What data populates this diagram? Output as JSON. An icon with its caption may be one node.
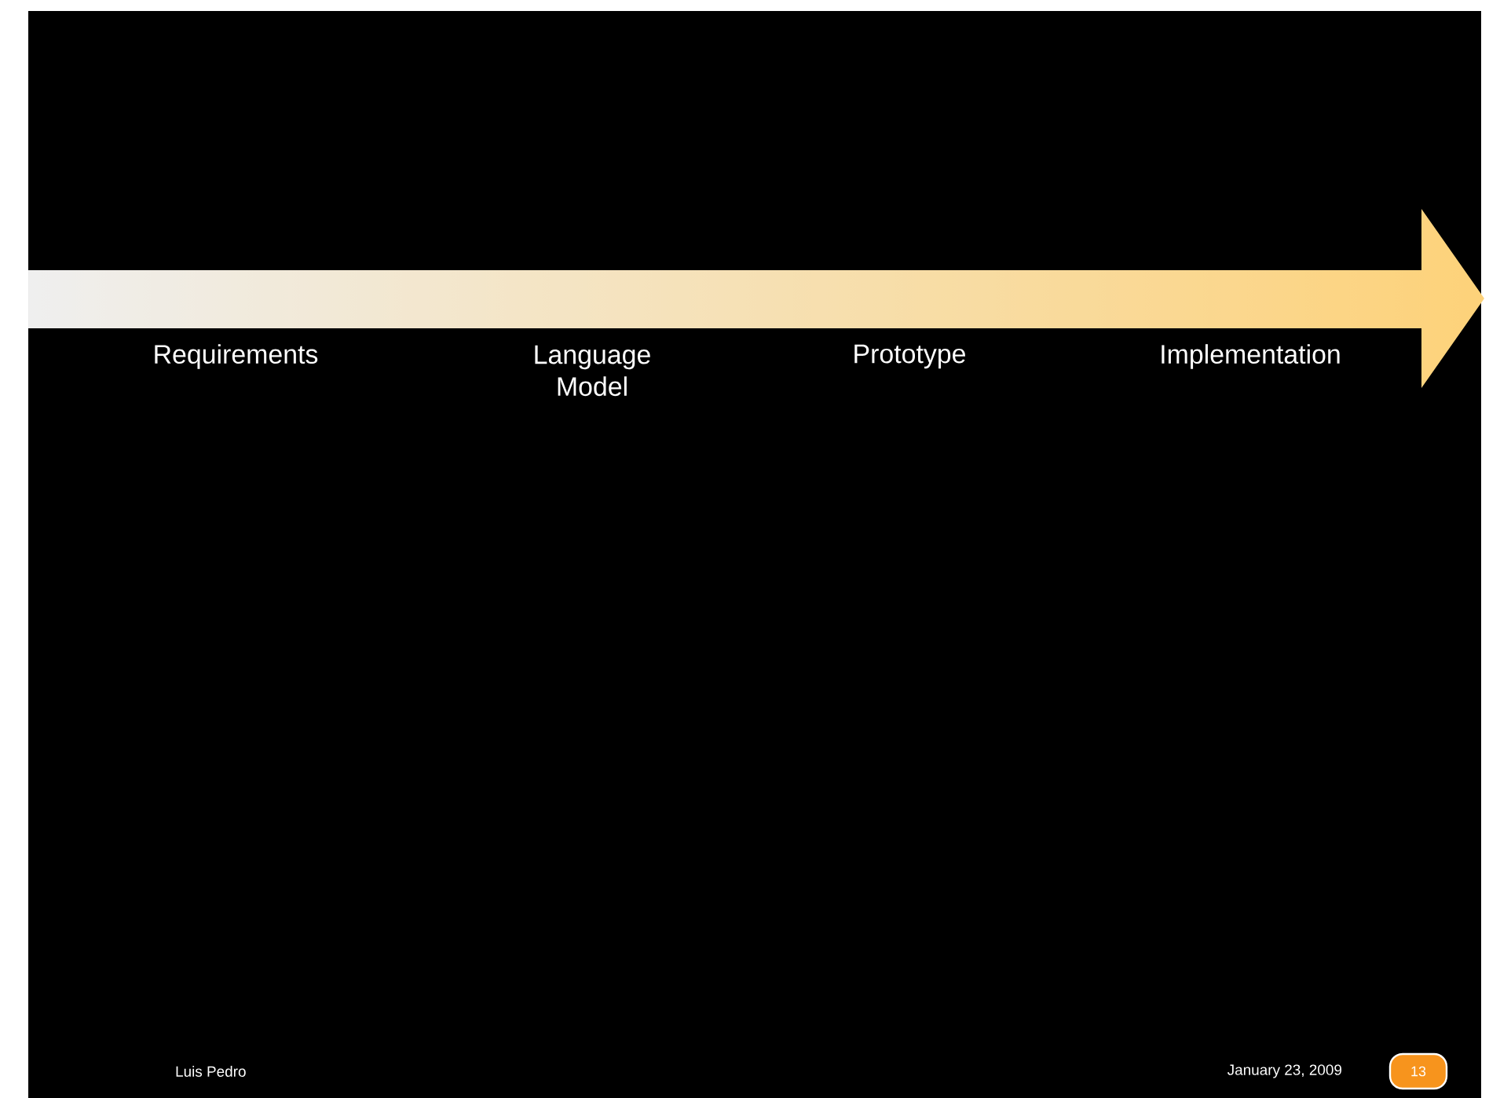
{
  "diagram": {
    "nodes": [
      {
        "text": [
          "13"
        ]
      }
    ],
    "labels": [
      "Requirements",
      "Language Model",
      "Prototype",
      "Implementation",
      "Luis Pedro",
      "January 23, 2009"
    ]
  }
}
